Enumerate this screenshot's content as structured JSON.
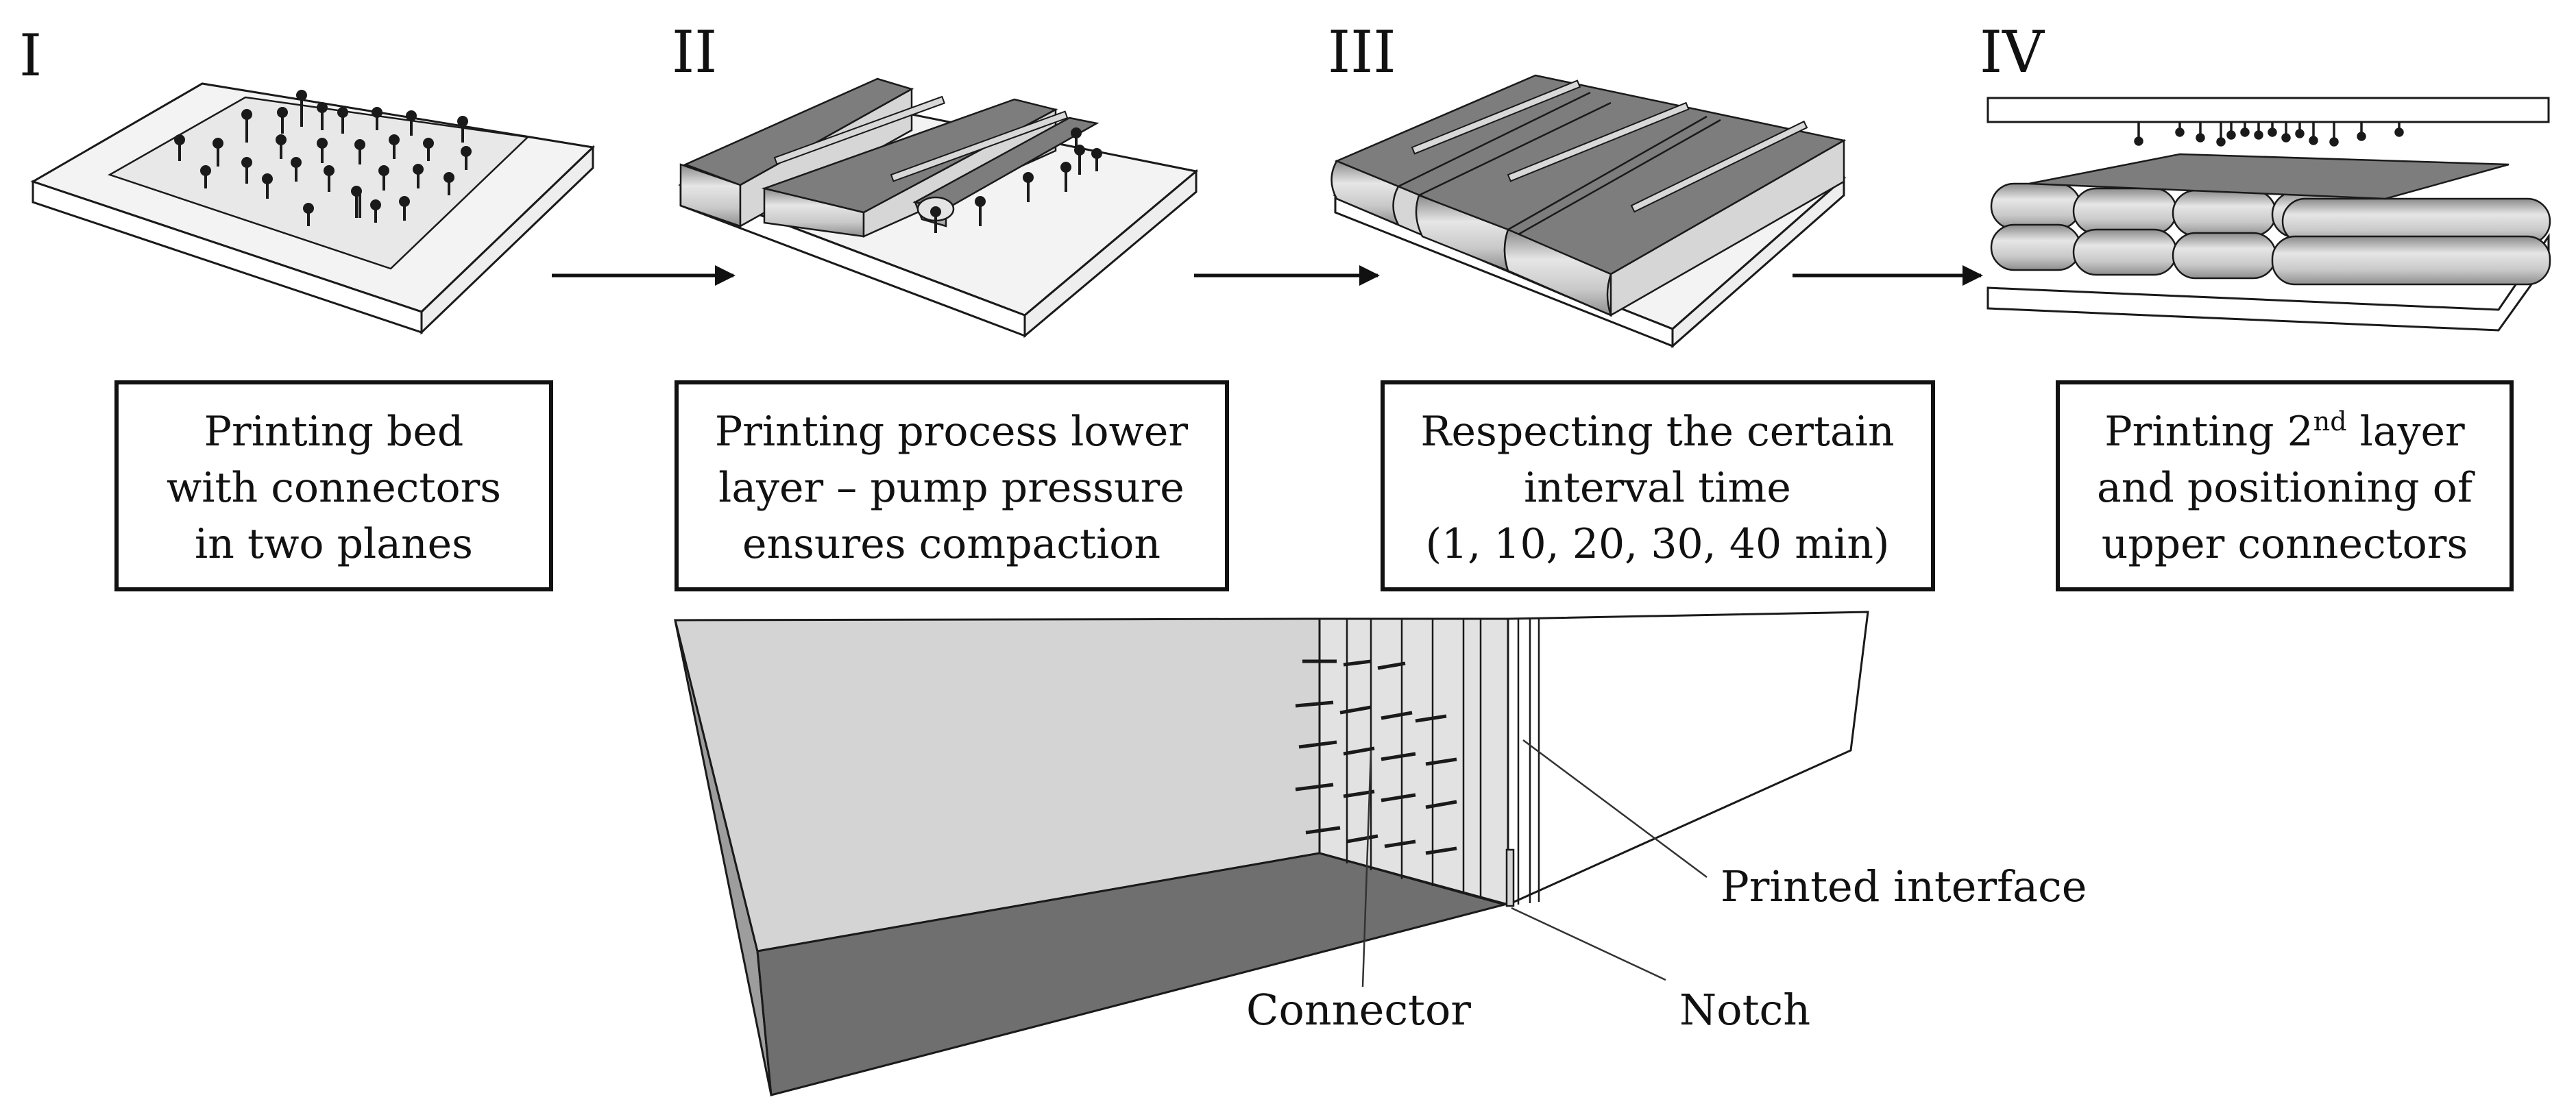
{
  "steps": [
    {
      "numeral": "I",
      "caption": [
        "Printing bed",
        "with connectors",
        "in two planes"
      ]
    },
    {
      "numeral": "II",
      "caption": [
        "Printing process lower",
        "layer – pump pressure",
        "ensures compaction"
      ]
    },
    {
      "numeral": "III",
      "caption": [
        "Respecting the certain",
        "interval time",
        "(1, 10, 20, 30, 40 min)"
      ]
    },
    {
      "numeral": "IV",
      "caption_line1_pre": "Printing 2",
      "caption_line1_sup": "nd",
      "caption_line1_post": " layer",
      "caption": [
        "and positioning of",
        "upper connectors"
      ]
    }
  ],
  "specimen_labels": {
    "printed_interface": "Printed interface",
    "connector": "Connector",
    "notch": "Notch"
  },
  "colors": {
    "filament_top": "#7d7d7d",
    "filament_side": "#d6d6d6",
    "bed_top": "#f3f3f3",
    "specimen_dark": "#6f6f6f",
    "specimen_mid": "#9d9d9d",
    "specimen_light": "#d4d4d4",
    "outline": "#1a1a1a"
  }
}
